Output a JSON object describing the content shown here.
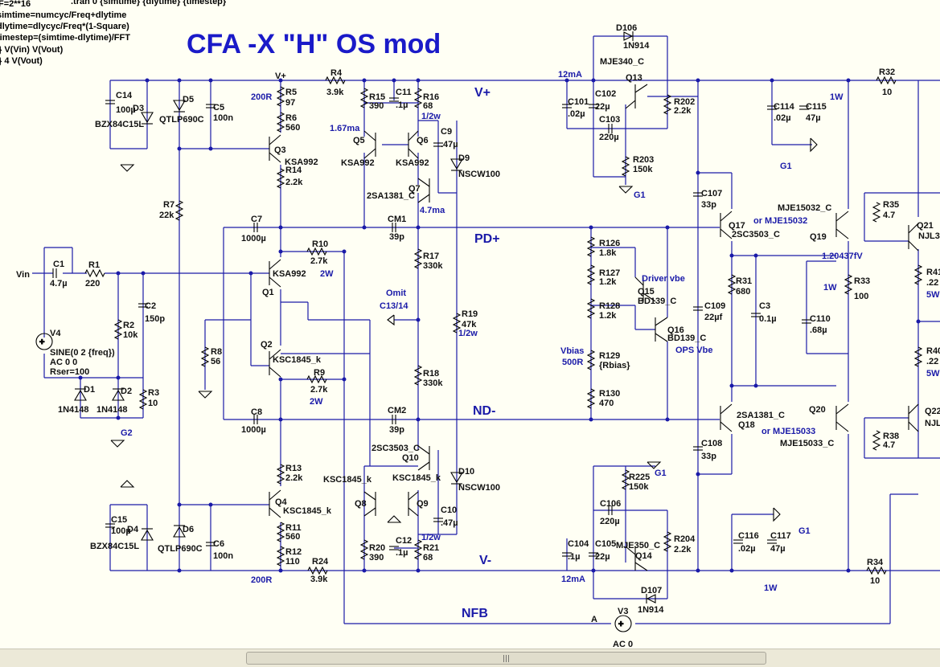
{
  "schematic": {
    "title": "CFA -X \"H\" OS mod",
    "directives": [
      ".tran 0 {simtime} {dlytime} {timestep}",
      "F=2**16",
      "simtime=numcyc/Freq+dlytime",
      "dlytime=dlycyc/Freq*(1-Square)",
      "timestep=(simtime-dlytime)/FFT",
      "} V(Vin) V(Vout)",
      "} 4 V(Vout)"
    ],
    "rails": {
      "vplus": "V+",
      "vminus": "V-",
      "pdplus": "PD+",
      "ndminus": "ND-",
      "nfb": "NFB",
      "vplus_input": "V+"
    },
    "input": {
      "vin": "Vin",
      "c1": "C1",
      "c1_val": "4.7µ",
      "r1": "R1",
      "r1_val": "220"
    },
    "source_v4": {
      "name": "V4",
      "line1": "SINE(0 2 {freq})",
      "line2": "AC 0 0",
      "line3": "Rser=100"
    },
    "source_v3": {
      "name": "V3",
      "value": "AC 0",
      "node": "A"
    },
    "components": [
      {
        "name": "R2",
        "value": "10k"
      },
      {
        "name": "C2",
        "value": "150p"
      },
      {
        "name": "R3",
        "value": "10"
      },
      {
        "name": "D1",
        "value": "1N4148"
      },
      {
        "name": "D2",
        "value": "1N4148"
      },
      {
        "name": "G2",
        "value": ""
      },
      {
        "name": "C14",
        "value": "100µ"
      },
      {
        "name": "D3",
        "value": "BZX84C15L"
      },
      {
        "name": "D5",
        "value": "QTLP690C"
      },
      {
        "name": "C5",
        "value": "100n"
      },
      {
        "name": "R7",
        "value": "22k"
      },
      {
        "name": "C15",
        "value": "100µ"
      },
      {
        "name": "D4",
        "value": "BZX84C15L"
      },
      {
        "name": "D6",
        "value": "QTLP690C"
      },
      {
        "name": "C6",
        "value": "100n"
      },
      {
        "name": "R5",
        "value": "97"
      },
      {
        "name": "R6",
        "value": "560"
      },
      {
        "name": "Q3",
        "value": "KSA992"
      },
      {
        "name": "R14",
        "value": "2.2k"
      },
      {
        "name": "C7",
        "value": "1000µ"
      },
      {
        "name": "R10",
        "value": "2.7k"
      },
      {
        "name": "Q1",
        "value": "KSA992"
      },
      {
        "name": "Q2",
        "value": "KSC1845_k"
      },
      {
        "name": "R8",
        "value": "56"
      },
      {
        "name": "R9",
        "value": "2.7k"
      },
      {
        "name": "C8",
        "value": "1000µ"
      },
      {
        "name": "R13",
        "value": "2.2k"
      },
      {
        "name": "Q4",
        "value": "KSC1845_k"
      },
      {
        "name": "R11",
        "value": "560"
      },
      {
        "name": "R12",
        "value": "110"
      },
      {
        "name": "R4",
        "value": "3.9k"
      },
      {
        "name": "R24",
        "value": "3.9k"
      },
      {
        "name": "R15",
        "value": "390"
      },
      {
        "name": "C11",
        "value": ".1µ"
      },
      {
        "name": "R16",
        "value": "68"
      },
      {
        "name": "Q5",
        "value": "KSA992"
      },
      {
        "name": "Q6",
        "value": "KSA992"
      },
      {
        "name": "C9",
        "value": ".47µ"
      },
      {
        "name": "D9",
        "value": "NSCW100"
      },
      {
        "name": "Q7",
        "value": "2SA1381_C"
      },
      {
        "name": "CM1",
        "value": "39p"
      },
      {
        "name": "R17",
        "value": "330k"
      },
      {
        "name": "R19",
        "value": "47k"
      },
      {
        "name": "R18",
        "value": "330k"
      },
      {
        "name": "CM2",
        "value": "39p"
      },
      {
        "name": "Q10",
        "value": "2SC3503_C"
      },
      {
        "name": "D10",
        "value": "NSCW100"
      },
      {
        "name": "Q8",
        "value": "KSC1845_k"
      },
      {
        "name": "Q9",
        "value": "KSC1845_k"
      },
      {
        "name": "C10",
        "value": ".47µ"
      },
      {
        "name": "R20",
        "value": "390"
      },
      {
        "name": "C12",
        "value": ".1µ"
      },
      {
        "name": "R21",
        "value": "68"
      },
      {
        "name": "D106",
        "value": "1N914"
      },
      {
        "name": "Q13",
        "value": "MJE340_C"
      },
      {
        "name": "C101",
        "value": ".02µ"
      },
      {
        "name": "C102",
        "value": "22µ"
      },
      {
        "name": "C103",
        "value": "220µ"
      },
      {
        "name": "R202",
        "value": "2.2k"
      },
      {
        "name": "R203",
        "value": "150k"
      },
      {
        "name": "G1",
        "value": ""
      },
      {
        "name": "R126",
        "value": "1.8k"
      },
      {
        "name": "R127",
        "value": "1.2k"
      },
      {
        "name": "R128",
        "value": "1.2k"
      },
      {
        "name": "Q15",
        "value": "BD139_C"
      },
      {
        "name": "Q16",
        "value": "BD139_C"
      },
      {
        "name": "R129",
        "value": "{Rbias}"
      },
      {
        "name": "R130",
        "value": "470"
      },
      {
        "name": "C107",
        "value": "33p"
      },
      {
        "name": "C109",
        "value": "22µf"
      },
      {
        "name": "C108",
        "value": "33p"
      },
      {
        "name": "Q17",
        "value": "2SC3503_C"
      },
      {
        "name": "R31",
        "value": "680"
      },
      {
        "name": "C3",
        "value": "0.1µ"
      },
      {
        "name": "Q18",
        "value": "2SA1381_C"
      },
      {
        "name": "C106",
        "value": "220µ"
      },
      {
        "name": "R225",
        "value": "150k"
      },
      {
        "name": "C104",
        "value": ".1µ"
      },
      {
        "name": "C105",
        "value": "22µ"
      },
      {
        "name": "Q14",
        "value": "MJE350_C"
      },
      {
        "name": "R204",
        "value": "2.2k"
      },
      {
        "name": "D107",
        "value": "1N914"
      },
      {
        "name": "R32",
        "value": "10"
      },
      {
        "name": "C114",
        "value": ".02µ"
      },
      {
        "name": "C115",
        "value": "47µ"
      },
      {
        "name": "C116",
        "value": ".02µ"
      },
      {
        "name": "C117",
        "value": "47µ"
      },
      {
        "name": "R34",
        "value": "10"
      },
      {
        "name": "Q19",
        "value": "MJE15032_C"
      },
      {
        "name": "R33",
        "value": "100"
      },
      {
        "name": "C110",
        "value": ".68µ"
      },
      {
        "name": "Q20",
        "value": "MJE15033_C"
      },
      {
        "name": "R35",
        "value": "4.7"
      },
      {
        "name": "Q21",
        "value": "NJL3"
      },
      {
        "name": "R41",
        "value": ".22"
      },
      {
        "name": "R40",
        "value": ".22"
      },
      {
        "name": "R38",
        "value": "4.7"
      },
      {
        "name": "Q22",
        "value": "NJL"
      }
    ],
    "notes": {
      "r5_200r": "200R",
      "r12_200r": "200R",
      "q5_current": "1.67ma",
      "r16_half_w": "1/2w",
      "q7_current": "4.7ma",
      "r19_half_w": "1/2w",
      "r21_half_w": "1/2w",
      "r10_2w": "2W",
      "r9_2w": "2W",
      "omit": "Omit",
      "omit_parts": "C13/14",
      "q13_current": "12mA",
      "q14_current": "12mA",
      "driver_vbe": "Driver vbe",
      "ops_vbe": "OPS Vbe",
      "vbias": "Vbias",
      "vbias_r": "500R",
      "q17_alt": "or MJE15032",
      "q18_alt": "or MJE15033",
      "power_top": "1W",
      "power_bottom": "1W",
      "power_r33": "1W",
      "power_r41": "5W",
      "power_r40": "5W",
      "measure": "1.20437fV",
      "g1_top": "G1",
      "g1_bottom": "G1",
      "g1_r203": "G1",
      "g1_r225": "G1",
      "g2": "G2"
    }
  }
}
